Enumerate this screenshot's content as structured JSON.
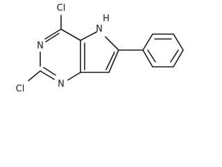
{
  "molecule": {
    "atoms": {
      "cl_top": "Cl",
      "cl_bottom": "Cl",
      "n_upper": "N",
      "n_lower": "N",
      "nh": "H",
      "nh_n": "N"
    }
  }
}
